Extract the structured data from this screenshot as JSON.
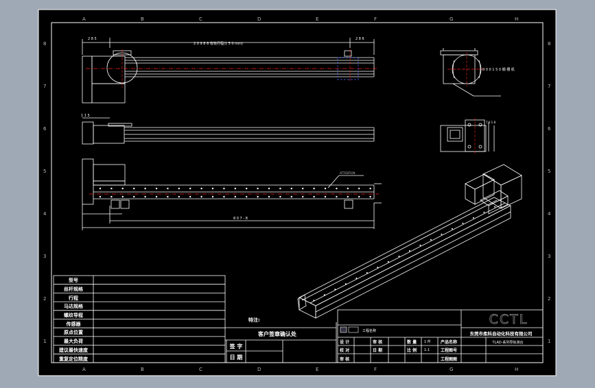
{
  "colors": {
    "background": "#9fa9b6",
    "sheet": "#000000",
    "line": "#ffffff",
    "centerline": "#ff2020",
    "hidden": "#4a6cff",
    "highlight": "#e6e600"
  },
  "border": {
    "columns": [
      "A",
      "B",
      "C",
      "D",
      "E",
      "F",
      "G",
      "H"
    ],
    "rows": [
      "8",
      "7",
      "6",
      "5",
      "4",
      "3",
      "2",
      "1"
    ]
  },
  "views": {
    "top_dim_overall": "2 0 9 8 8 有效行程(1 5 0 mm)",
    "top_dim_left": "2 8 5",
    "top_dim_right": "2 8 6",
    "middle_dim_left": "1 1 5",
    "bottom_dim_label": "8 0 7 - 8",
    "bottom_annotation": "ATTENTION",
    "side_view_label": "0 0 0 1 5 0 钢 槽 机",
    "end_view_label": "7 0 1 8"
  },
  "spec_table": {
    "rows": [
      "型号",
      "丝杆规格",
      "行程",
      "马达规格",
      "螺纹导程",
      "传感器",
      "原点位置",
      "最大负荷",
      "建议最快速度",
      "重复定位精度"
    ]
  },
  "notes": {
    "remark": "特注:",
    "confirm_title": "客户签章确认处",
    "sign_label": "签 字",
    "date_label": "日 期"
  },
  "title_block": {
    "logo": "CCTL",
    "company": "东莞市柔科自动化科技有限公司",
    "product": "TLAD-系列导轨滑台",
    "engineering": "工程名称",
    "design": "设 计",
    "check": "校 对",
    "approve": "审 核",
    "date": "日 期",
    "quantity": "数 量",
    "scale": "比 例",
    "quantity_value": "1 件",
    "scale_value": "1:1",
    "product_name": "产品名称",
    "drawing_no": "工程图号",
    "drawing_id": "工程图图"
  }
}
